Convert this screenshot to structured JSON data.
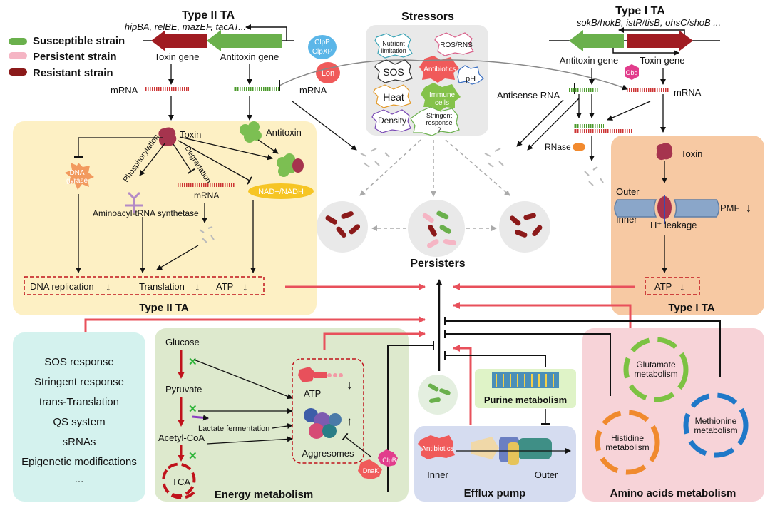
{
  "legend": {
    "susceptible": "Susceptible strain",
    "persistent": "Persistent strain",
    "resistant": "Resistant strain"
  },
  "type2": {
    "title": "Type II TA",
    "genes": "hipBA, relBE, mazEF, tacAT...",
    "toxin_gene": "Toxin gene",
    "antitoxin_gene": "Antitoxin gene",
    "mrna_left": "mRNA",
    "mrna_right": "mRNA",
    "clpp": "ClpP",
    "clpxp": "ClpXP",
    "lon": "Lon",
    "toxin": "Toxin",
    "antitoxin": "Antitoxin",
    "dna_gyrase_1": "DNA",
    "dna_gyrase_2": "gyrase",
    "phosphorylation": "Phosphorylation",
    "degradation": "Degradation",
    "mrna_inner": "mRNA",
    "nad": "NAD+/NADH",
    "aminoacyl": "Aminoacyl-tRNA synthetase",
    "dna_rep": "DNA replication",
    "translation": "Translation",
    "atp": "ATP",
    "down": "↓",
    "box_title": "Type II TA"
  },
  "stressors": {
    "title": "Stressors",
    "nutrient_1": "Nutrient",
    "nutrient_2": "limitation",
    "ros": "ROS/RNS",
    "sos": "SOS",
    "antibiotics": "Antibiotics",
    "ph": "pH",
    "heat": "Heat",
    "immune_1": "Immune",
    "immune_2": "cells",
    "density": "Density",
    "stringent_1": "Stringent",
    "stringent_2": "response",
    "stringent_3": "?"
  },
  "persisters": "Persisters",
  "type1": {
    "title": "Type I TA",
    "genes": "sokB/hokB, istR/tisB, ohsC/shoB ...",
    "antitoxin_gene": "Antitoxin gene",
    "toxin_gene": "Toxin gene",
    "obg": "Obg",
    "antisense": "Antisense RNA",
    "mrna": "mRNA",
    "rnase": "RNase",
    "toxin": "Toxin",
    "outer": "Outer",
    "inner": "Inner",
    "pmf": "PMF",
    "hleak": "H⁺ leakage",
    "atp": "ATP",
    "down": "↓",
    "box_title": "Type I TA"
  },
  "regulation": [
    "SOS response",
    "Stringent response",
    "trans-Translation",
    "QS system",
    "sRNAs",
    "Epigenetic modifications",
    "..."
  ],
  "energy": {
    "title": "Energy metabolism",
    "glucose": "Glucose",
    "pyruvate": "Pyruvate",
    "lactate": "Lactate fermentation",
    "acetyl": "Acetyl-CoA",
    "tca": "TCA",
    "atp": "ATP",
    "aggresomes": "Aggresomes",
    "dnak": "DnaK",
    "clpb": "ClpB",
    "down": "↓",
    "up": "↑",
    "x": "✕"
  },
  "purine": "Purine metabolism",
  "efflux": {
    "title": "Efflux pump",
    "antibiotics": "Antibiotics",
    "inner": "Inner",
    "outer": "Outer"
  },
  "amino": {
    "title": "Amino acids metabolism",
    "glut_1": "Glutamate",
    "glut_2": "metabolism",
    "hist_1": "Histidine",
    "hist_2": "metabolism",
    "meth_1": "Methionine",
    "meth_2": "metabolism"
  },
  "colors": {
    "susceptible": "#6ab04c",
    "persistent": "#f5b5c4",
    "resistant": "#8b1a1a",
    "arrow_red": "#e8505b",
    "type2_bg": "#fdf0c4",
    "type1_bg": "#f7c9a3",
    "reg_bg": "#d4f2ee",
    "energy_bg": "#dde9cd",
    "efflux_bg": "#d5dcf0",
    "amino_bg": "#f7d3d8"
  }
}
